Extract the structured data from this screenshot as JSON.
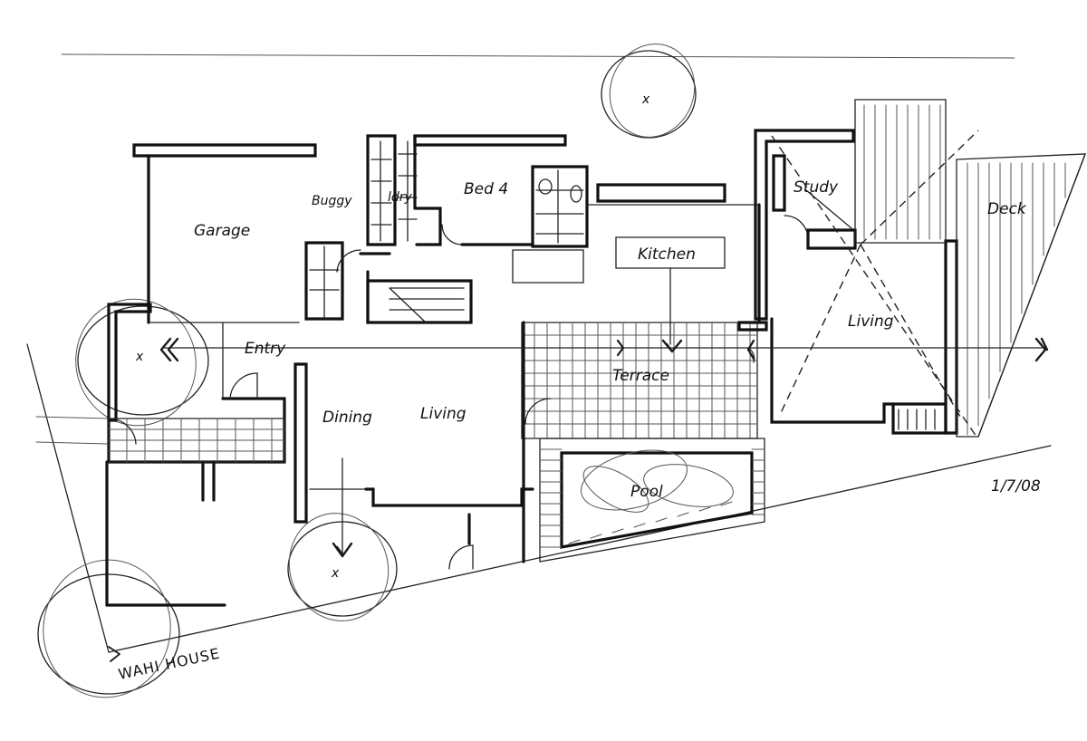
{
  "title": "WAHI HOUSE",
  "date": "1/7/08",
  "rooms": {
    "garage": "Garage",
    "buggy": "Buggy",
    "ldry": "ldry",
    "bed4": "Bed 4",
    "kitchen": "Kitchen",
    "study": "Study",
    "deck": "Deck",
    "entry": "Entry",
    "dining": "Dining",
    "living_main": "Living",
    "terrace": "Terrace",
    "living_east": "Living",
    "pool": "Pool"
  },
  "icons": {
    "tree": "tree-icon",
    "section_arrow": "section-arrow-icon",
    "door_swing": "door-swing-icon"
  }
}
